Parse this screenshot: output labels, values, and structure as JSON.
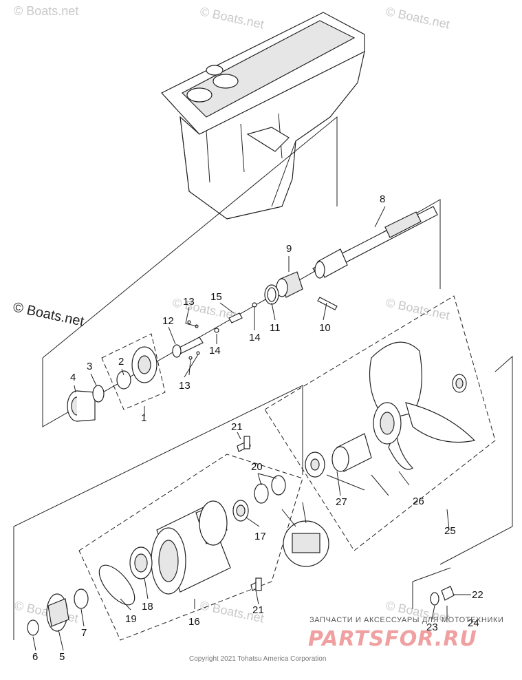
{
  "diagram": {
    "callouts": {
      "c1": "1",
      "c2": "2",
      "c3": "3",
      "c4": "4",
      "c5": "5",
      "c6": "6",
      "c7": "7",
      "c8": "8",
      "c9": "9",
      "c10": "10",
      "c11": "11",
      "c12": "12",
      "c13a": "13",
      "c13b": "13",
      "c14a": "14",
      "c14b": "14",
      "c15": "15",
      "c16": "16",
      "c17": "17",
      "c18": "18",
      "c19": "19",
      "c20": "20",
      "c21a": "21",
      "c21b": "21",
      "c22": "22",
      "c23": "23",
      "c24": "24",
      "c25": "25",
      "c26": "26",
      "c27": "27"
    },
    "watermarks": {
      "top_left": "© Boats.net",
      "top_center": "© Boats.net",
      "top_right": "© Boats.net",
      "mid_left": "© Boats.net",
      "mid_right": "© Boats.net",
      "bottom_left": "© Boats.net",
      "bottom_center": "© Boats.net",
      "bottom_right": "© Boats.net"
    },
    "copyright": "Copyright 2021 Tohatsu America Corporation",
    "partsfor": {
      "tagline": "ЗАПЧАСТИ И АКСЕССУАРЫ ДЛЯ МОТОТЕХНИКИ",
      "logo": "PARTSFOR.RU"
    }
  }
}
